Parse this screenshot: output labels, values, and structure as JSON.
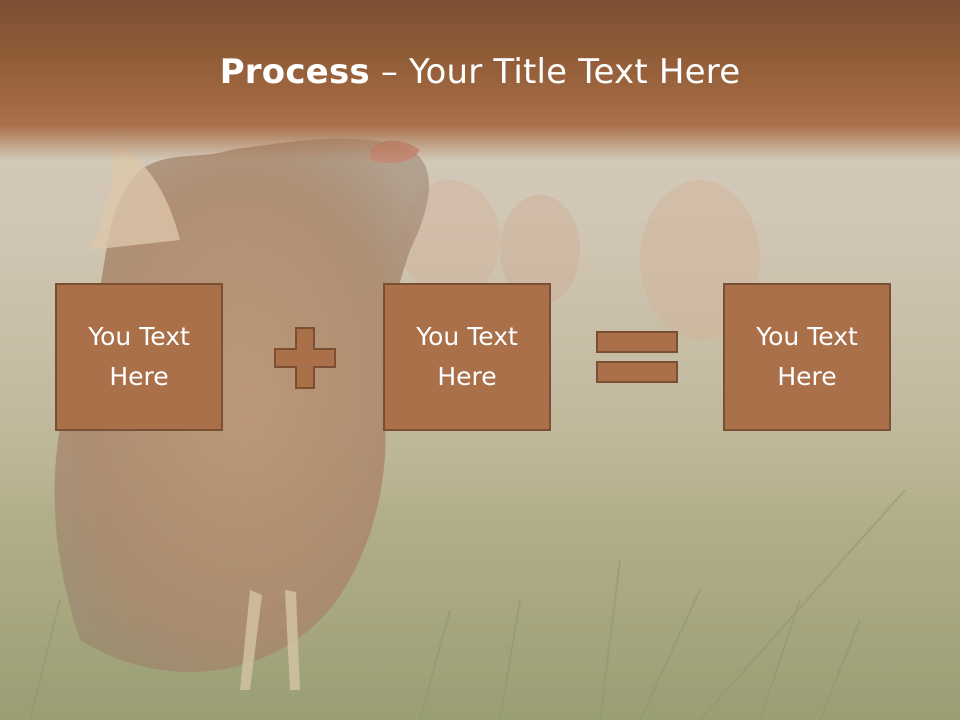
{
  "slide": {
    "title_bold": "Process",
    "title_rest": " – Your Title Text Here",
    "boxes": [
      {
        "line1": "You Text",
        "line2": "Here"
      },
      {
        "line1": "You Text",
        "line2": "Here"
      },
      {
        "line1": "You Text",
        "line2": "Here"
      }
    ],
    "colors": {
      "title_bar": "#96603a",
      "box_fill": "#a9704a",
      "box_border": "#7a4f33",
      "text": "#ffffff"
    },
    "icons": [
      "plus-icon",
      "equals-icon"
    ],
    "background": "faded photo of a hen standing in grass"
  }
}
